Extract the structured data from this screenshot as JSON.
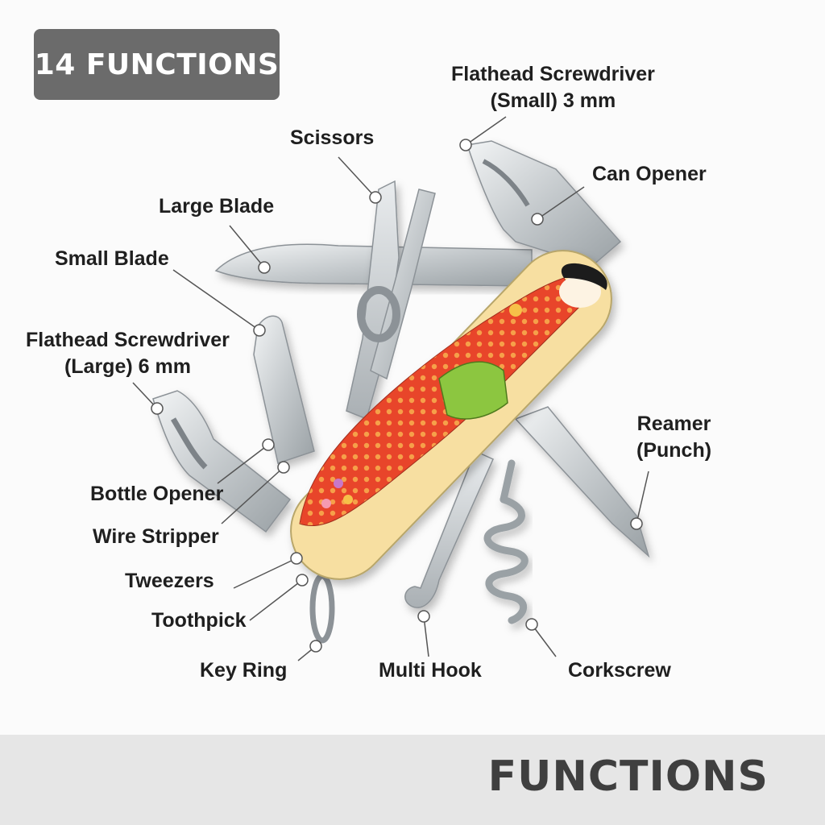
{
  "badge": {
    "text": "14 FUNCTIONS"
  },
  "labels": {
    "screwdriver_small": [
      "Flathead Screwdriver",
      "(Small) 3 mm"
    ],
    "scissors": "Scissors",
    "can_opener": "Can Opener",
    "large_blade": "Large Blade",
    "small_blade": "Small Blade",
    "screwdriver_large": [
      "Flathead Screwdriver",
      "(Large) 6 mm"
    ],
    "reamer": [
      "Reamer",
      "(Punch)"
    ],
    "bottle_opener": "Bottle Opener",
    "wire_stripper": "Wire Stripper",
    "tweezers": "Tweezers",
    "toothpick": "Toothpick",
    "key_ring": "Key Ring",
    "multi_hook": "Multi Hook",
    "corkscrew": "Corkscrew"
  },
  "footer": {
    "title": "FUNCTIONS"
  },
  "colors": {
    "badge_bg": "#6b6b6b",
    "handle": "#f7dfa1",
    "kimono": "#e8452c",
    "obi": "#8cc63f",
    "steel": "#cfd3d6"
  }
}
